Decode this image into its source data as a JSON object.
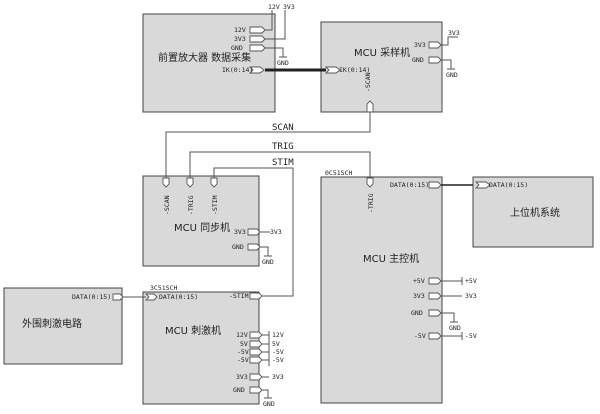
{
  "blocks": {
    "preamp": {
      "label": "前置放大器 数据采集",
      "pins": {
        "p12v": "12V",
        "p3v3": "3V3",
        "gnd": "GND",
        "bus": "IK(0:14)"
      }
    },
    "sampler": {
      "label": "MCU 采样机",
      "pins": {
        "bus": "IK(0:14)",
        "p3v3": "3V3",
        "gnd": "GND",
        "scan": "-SCAN"
      }
    },
    "sync": {
      "label": "MCU 同步机",
      "pins": {
        "scan": "-SCAN",
        "trig": "-TRIG",
        "stim": "-STIM",
        "p3v3": "3V3",
        "gnd": "GND"
      }
    },
    "stimulator": {
      "tag": "3C51SCH",
      "label": "MCU 刺激机",
      "pins": {
        "data": "DATA(0:15)",
        "stim": "-STIM",
        "p12v": "12V",
        "p5v": "5V",
        "n5v": "-5V",
        "n5v2": "-5V",
        "p3v3": "3V3",
        "gnd": "GND"
      }
    },
    "master": {
      "tag": "0C51SCH",
      "label": "MCU 主控机",
      "pins": {
        "trig": "-TRIG",
        "data": "DATA(0:15)",
        "p5v": "+5V",
        "p3v3": "3V3",
        "gnd": "GND",
        "n5v": "-5V"
      }
    },
    "host": {
      "label": "上位机系统",
      "pins": {
        "data": "DATA(0:15)"
      }
    },
    "external": {
      "label": "外围刺激电路",
      "pins": {
        "data": "DATA(0:15)"
      }
    }
  },
  "rails": {
    "preamp_12v": "12V",
    "preamp_3v3": "3V3",
    "preamp_gnd": "GND",
    "sampler_3v3": "3V3",
    "sampler_gnd": "GND",
    "sync_3v3": "3V3",
    "sync_gnd": "GND",
    "stim_12v": "12V",
    "stim_5v": "5V",
    "stim_n5v": "-5V",
    "stim_n5v2": "-5V",
    "stim_3v3": "3V3",
    "stim_gnd": "GND",
    "master_p5v": "+5V",
    "master_3v3": "3V3",
    "master_gnd": "GND",
    "master_n5v": "-5V"
  },
  "signals": {
    "scan": "SCAN",
    "trig": "TRIG",
    "stim": "STIM"
  }
}
